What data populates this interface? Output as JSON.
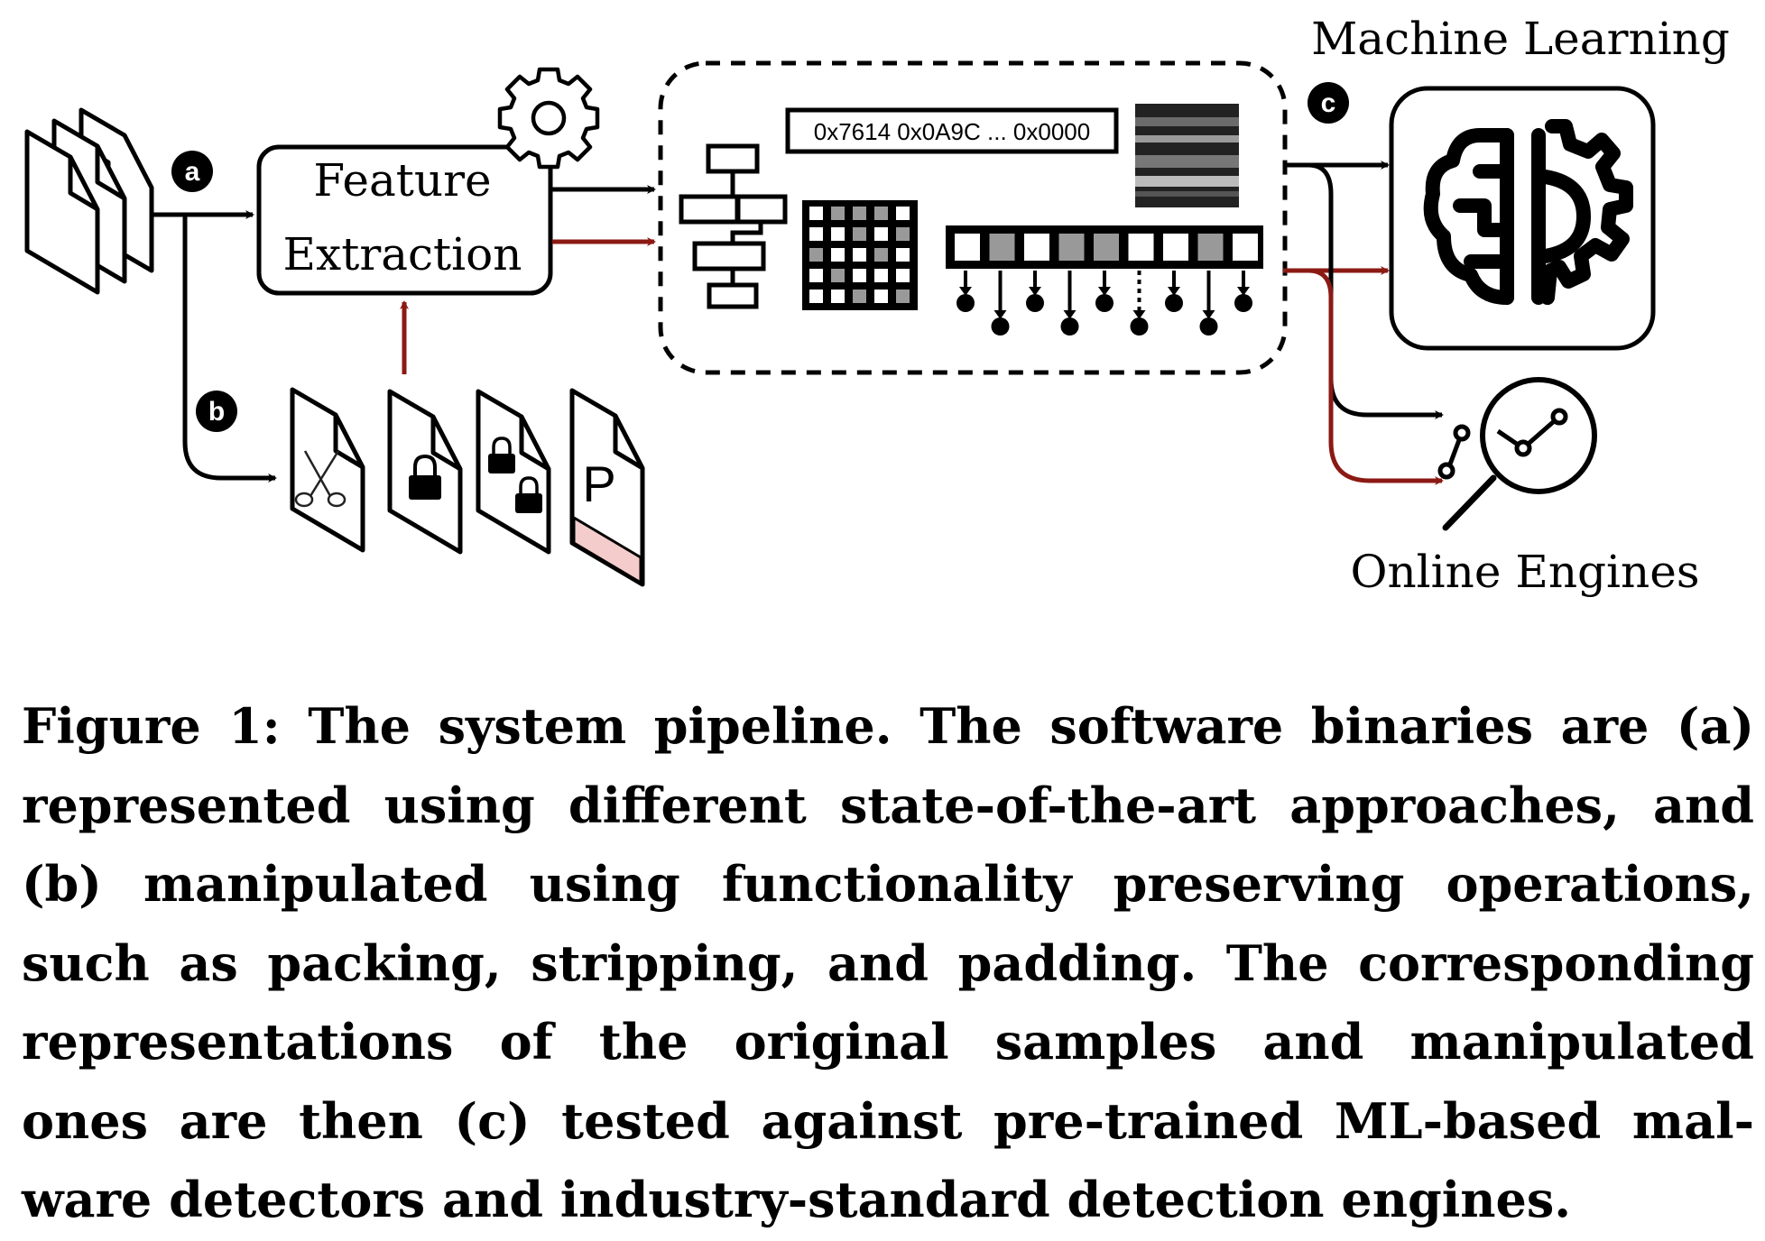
{
  "diagram": {
    "labels": {
      "machine_learning": "Machine Learning",
      "feature_line1": "Feature",
      "feature_line2": "Extraction",
      "hex_values": "0x7614 0x0A9C ... 0x0000",
      "online_engines": "Online Engines",
      "packed_letter": "P"
    },
    "step_markers": [
      "a",
      "b",
      "c"
    ],
    "icons": [
      "document-stack-icon",
      "gear-icon",
      "flowchart-icon",
      "matrix-icon",
      "sequence-icon",
      "binary-image-icon",
      "brain-gear-icon",
      "magnifier-chart-icon",
      "scissors-icon",
      "lock-icon",
      "double-lock-icon"
    ],
    "colors": {
      "primary_arrow": "#000000",
      "manipulated_arrow": "#8b1a14",
      "padding_fill": "#f4cccc",
      "matrix_gray": "#999999"
    }
  },
  "caption": {
    "lines": [
      "Figure 1: The system pipeline. The software binaries are (a)",
      "represented using different state-of-the-art approaches, and",
      "(b) manipulated using functionality preserving operations,",
      "such as packing, stripping, and padding. The corresponding",
      "representations of the original samples and manipulated",
      "ones are then (c) tested against pre-trained ML-based mal-",
      "ware detectors and industry-standard detection engines."
    ]
  }
}
